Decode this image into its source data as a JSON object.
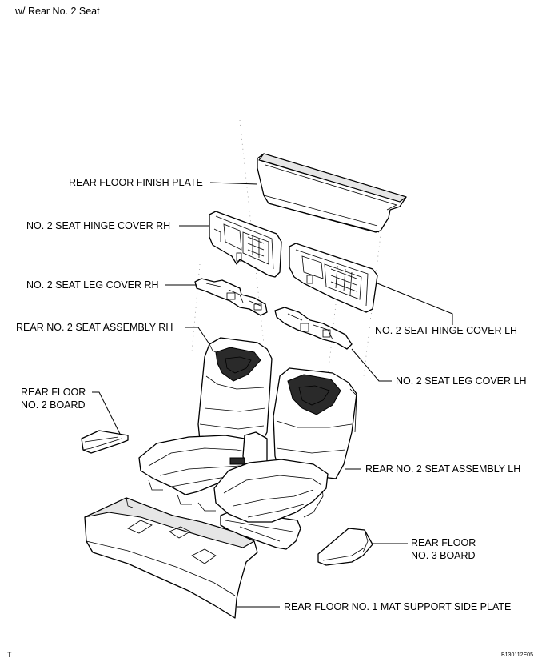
{
  "header": {
    "title": "w/ Rear No. 2 Seat"
  },
  "labels": {
    "rear_floor_finish_plate": "REAR FLOOR FINISH PLATE",
    "hinge_cover_rh": "NO. 2 SEAT HINGE COVER RH",
    "leg_cover_rh": "NO. 2 SEAT LEG COVER RH",
    "seat_assembly_rh": "REAR NO. 2 SEAT ASSEMBLY RH",
    "rear_floor_no2_board_line1": "REAR FLOOR",
    "rear_floor_no2_board_line2": "NO. 2 BOARD",
    "hinge_cover_lh": "NO. 2 SEAT HINGE COVER LH",
    "leg_cover_lh": "NO. 2 SEAT LEG COVER LH",
    "seat_assembly_lh": "REAR NO. 2 SEAT ASSEMBLY LH",
    "rear_floor_no3_board_line1": "REAR FLOOR",
    "rear_floor_no3_board_line2": "NO. 3 BOARD",
    "mat_support_side_plate": "REAR FLOOR NO. 1 MAT SUPPORT SIDE PLATE"
  },
  "footer": {
    "left_mark": "T",
    "figure_code": "B130112E05"
  }
}
